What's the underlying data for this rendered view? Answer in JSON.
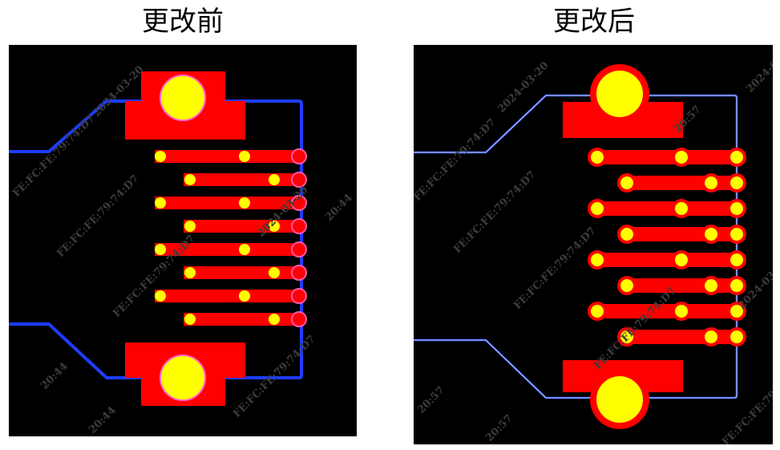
{
  "titles": {
    "before": "更改前",
    "after": "更改后"
  },
  "watermark": {
    "mac": "FE:FC:FE:79:74:D7",
    "date": "2024-03-20",
    "time_before": "20:44",
    "time_after": "20:57"
  },
  "colors": {
    "background": "#000000",
    "copper": "#ff0000",
    "pad": "#ffff00",
    "outline_before": "#1e3cff",
    "outline_after": "#4060ff",
    "via_ring": "#ff55aa"
  }
}
